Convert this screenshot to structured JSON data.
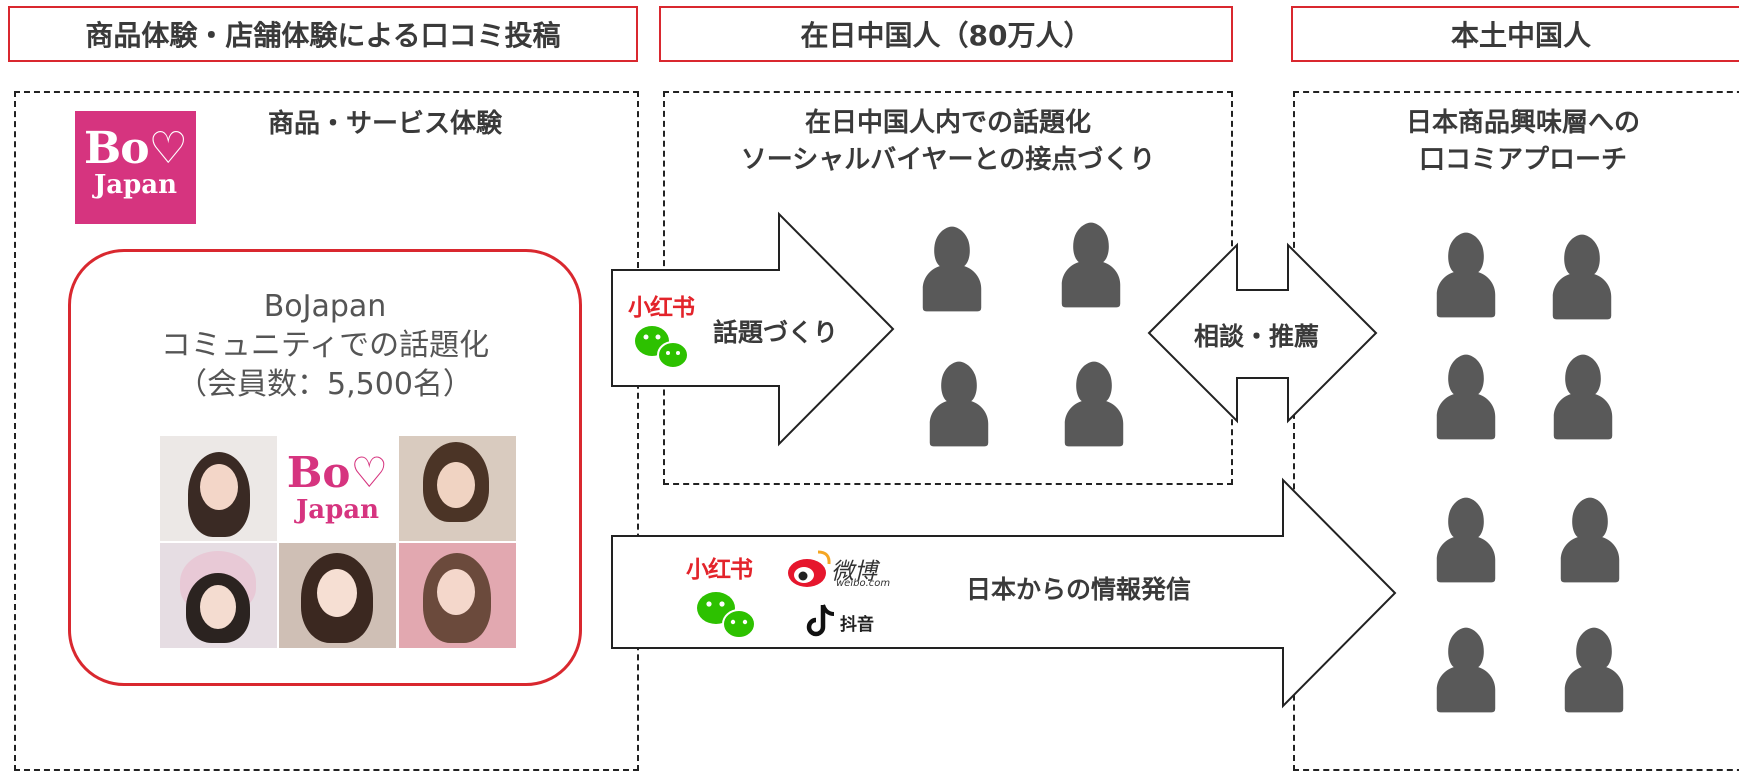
{
  "headers": {
    "left": "商品体験・店舗体験による口コミ投稿",
    "middle": "在日中国人（80万人）",
    "right": "本土中国人"
  },
  "left_panel": {
    "title": "商品・サービス体験",
    "logo_line1": "Bo♡",
    "logo_line2": "Japan",
    "community_line1": "BoJapan",
    "community_line2": "コミュニティでの話題化",
    "community_line3": "（会員数：5,500名）",
    "grid_logo_line1": "Bo♡",
    "grid_logo_line2": "Japan"
  },
  "middle_panel": {
    "title_line1": "在日中国人内での話題化",
    "title_line2": "ソーシャルバイヤーとの接点づくり"
  },
  "right_panel": {
    "title_line1": "日本商品興味層への",
    "title_line2": "口コミアプローチ"
  },
  "arrows": {
    "topic_label": "話題づくり",
    "consult_label": "相談・推薦",
    "info_label": "日本からの情報発信"
  },
  "platforms": {
    "xiaohongshu": "小红书",
    "weibo": "微博",
    "weibo_sub": "weibo.com",
    "douyin": "抖音"
  },
  "colors": {
    "accent_red": "#d9282f",
    "logo_pink": "#d6347f",
    "person_gray": "#595959",
    "wechat_green": "#2dc100"
  },
  "icons": [
    "person-icon",
    "wechat-icon",
    "weibo-icon",
    "douyin-icon",
    "xiaohongshu-logo"
  ]
}
